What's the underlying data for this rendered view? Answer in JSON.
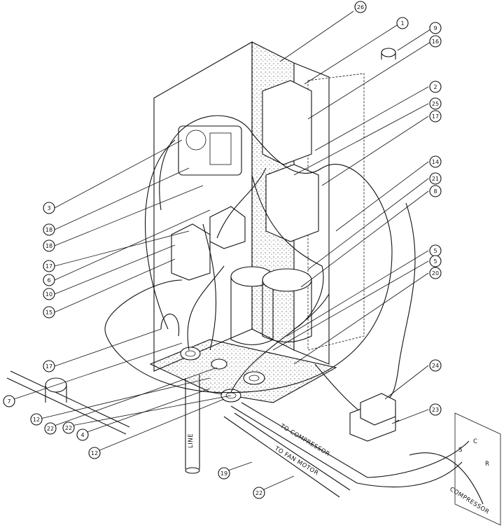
{
  "callouts": [
    "26",
    "1",
    "9",
    "16",
    "2",
    "25",
    "17",
    "14",
    "21",
    "8",
    "3",
    "18",
    "18",
    "17",
    "6",
    "10",
    "15",
    "5",
    "5",
    "20",
    "24",
    "23",
    "17",
    "7",
    "12",
    "22",
    "4",
    "22",
    "12",
    "19",
    "22"
  ],
  "labels": {
    "line": "LINE",
    "to_compressor": "TO COMPRESSOR",
    "to_fan_motor": "TO FAN MOTOR",
    "compressor": "COMPRESSOR",
    "s": "S",
    "c": "C",
    "r": "R"
  },
  "colors": {
    "ink": "#111111",
    "paper": "#ffffff"
  }
}
